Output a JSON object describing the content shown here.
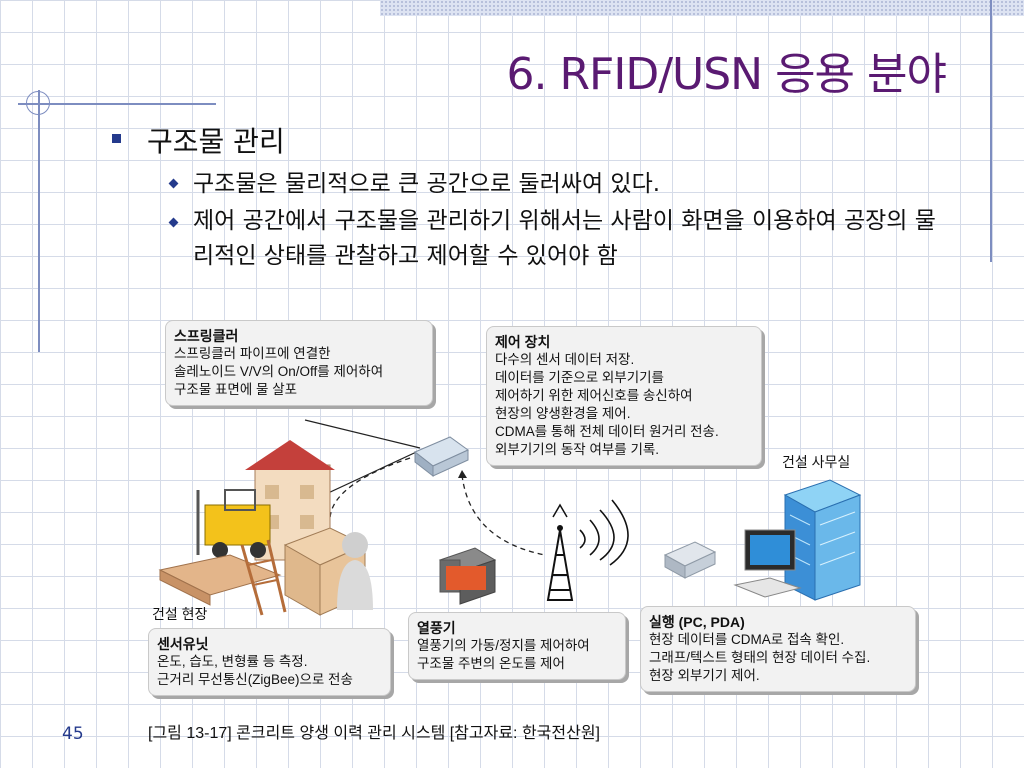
{
  "slide": {
    "title": "6. RFID/USN 응용 분야",
    "bullet": "구조물 관리",
    "sub_bullets": [
      "구조물은 물리적으로 큰 공간으로 둘러싸여 있다.",
      "제어 공간에서 구조물을 관리하기 위해서는 사람이 화면을 이용하여 공장의 물리적인 상태를 관찰하고 제어할 수 있어야 함"
    ],
    "page_number": "45"
  },
  "diagram": {
    "sprinkler": {
      "title": "스프링클러",
      "lines": [
        "스프링클러 파이프에 연결한",
        "솔레노이드 V/V의 On/Off를 제어하여",
        "구조물 표면에 물 살포"
      ]
    },
    "control": {
      "title": "제어 장치",
      "lines": [
        "다수의 센서 데이터 저장.",
        "데이터를 기준으로 외부기기를",
        "제어하기 위한 제어신호를 송신하여",
        "현장의 양생환경을 제어.",
        "CDMA를 통해 전체 데이터 원거리 전송.",
        "외부기기의 동작 여부를 기록."
      ]
    },
    "sensor": {
      "title": "센서유닛",
      "lines": [
        "온도, 습도, 변형률 등 측정.",
        "근거리 무선통신(ZigBee)으로 전송"
      ]
    },
    "heater": {
      "title": "열풍기",
      "lines": [
        "열풍기의 가동/정지를 제어하여",
        "구조물 주변의 온도를 제어"
      ]
    },
    "execute": {
      "title": "실행 (PC, PDA)",
      "lines": [
        "현장 데이터를 CDMA로 접속 확인.",
        "그래프/텍스트 형태의 현장 데이터 수집.",
        "현장 외부기기 제어."
      ]
    },
    "site_label": "건설 현장",
    "office_label": "건설 사무실",
    "caption": "[그림 13-17] 콘크리트 양생 이력 관리 시스템 [참고자료: 한국전산원]"
  },
  "colors": {
    "title": "#5a1a72",
    "bullet": "#243a8c",
    "grid": "#d5dbe8",
    "guide_lines": "#7d8dc0"
  }
}
